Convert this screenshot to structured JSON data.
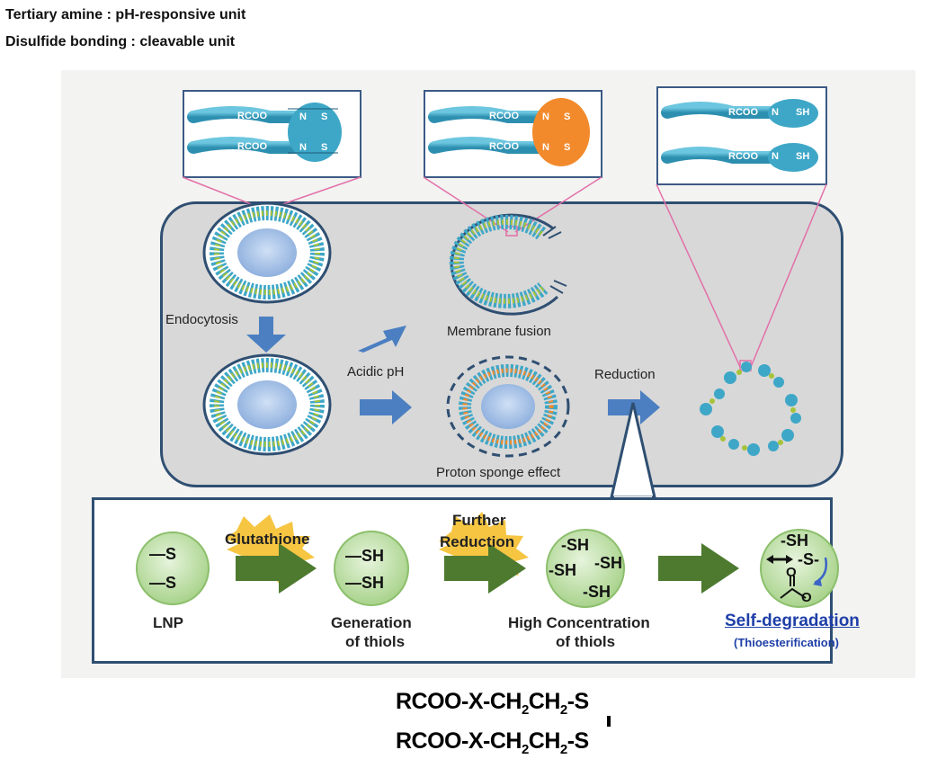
{
  "header": {
    "line1": "Tertiary amine : pH-responsive unit",
    "line2": "Disulfide bonding : cleavable unit"
  },
  "zoom_molecules": {
    "rcoo": "RCOO",
    "n": "N",
    "s": "S",
    "sh": "SH"
  },
  "labels": {
    "endocytosis": "Endocytosis",
    "acidic_ph": "Acidic pH",
    "membrane_fusion": "Membrane fusion",
    "proton_sponge": "Proton sponge effect",
    "reduction": "Reduction"
  },
  "bottom": {
    "glutathione": "Glutathione",
    "further": "Further",
    "reduction": "Reduction",
    "lnp": "LNP",
    "gen_line1": "Generation",
    "gen_line2": "of thiols",
    "high_line1": "High Concentration",
    "high_line2": "of thiols",
    "self_degradation": "Self-degradation",
    "thioesterification": "(Thioesterification)",
    "c1_s1": "—S",
    "c1_s2": "—S",
    "c2_sh1": "—SH",
    "c2_sh2": "—SH",
    "c3_sh1": "-SH",
    "c3_sh2": "-SH",
    "c3_sh3": "-SH",
    "c3_sh4": "-SH",
    "c4_sh": "-SH",
    "c4_s": "-S-",
    "c4_o1": "O",
    "c4_o2": "O"
  },
  "formula": {
    "prefix": "RCOO-X-CH",
    "sub1": "2",
    "mid": "CH",
    "sub2": "2",
    "suffix": "-S"
  },
  "colors": {
    "panel_border": "#2f4f72",
    "arrow_blue": "#4b7fc1",
    "arrow_green": "#4d7a2f",
    "lipid_head": "#3ea7c7",
    "lipid_orange": "#f28a2c",
    "burst": "#f6c542",
    "circle_green": "#c4e2ac",
    "self_degradation_text": "#1e3fa8"
  }
}
